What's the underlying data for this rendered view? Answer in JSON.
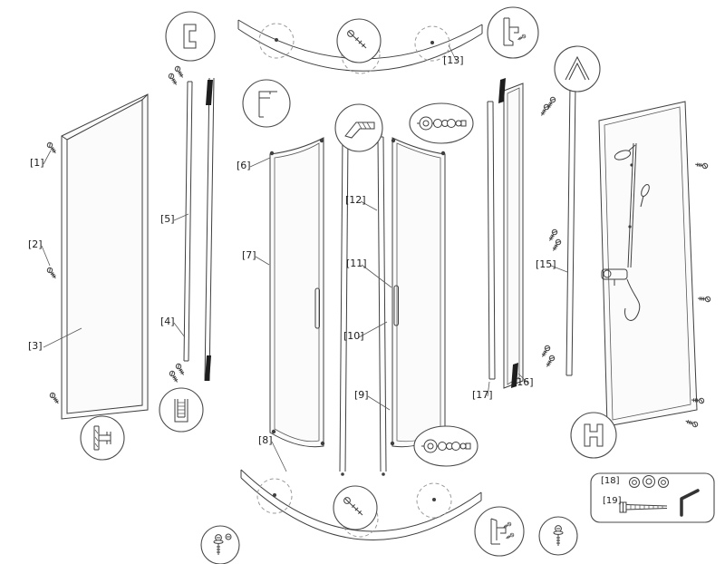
{
  "labels": [
    {
      "text": "[1]"
    },
    {
      "text": "[2]"
    },
    {
      "text": "[3]"
    },
    {
      "text": "[4]"
    },
    {
      "text": "[5]"
    },
    {
      "text": "[6]"
    },
    {
      "text": "[7]"
    },
    {
      "text": "[8]"
    },
    {
      "text": "[9]"
    },
    {
      "text": "[10]"
    },
    {
      "text": "[11]"
    },
    {
      "text": "[12]"
    },
    {
      "text": "[13]"
    },
    {
      "text": "[15]"
    },
    {
      "text": "[16]"
    },
    {
      "text": "[17]"
    },
    {
      "text": "[18]"
    },
    {
      "text": "[19]"
    }
  ],
  "colors": {
    "line": "#3f3f3f",
    "glass": "#fbfbfb",
    "seal_dark": "#1e1e1e",
    "dashed": "#9a9a9a"
  }
}
